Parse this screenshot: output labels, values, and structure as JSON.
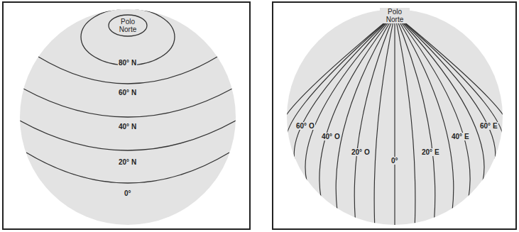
{
  "diagram": {
    "nodes": [
      {
        "text": [
          "Polo Norte"
        ]
      }
    ],
    "labels": [
      "80° N",
      "60° N",
      "40° N",
      "20° N",
      "0°",
      "Polo Norte",
      "60° O",
      "40° O",
      "20° O",
      "0°",
      "20° E",
      "40° E",
      "60° E"
    ]
  }
}
